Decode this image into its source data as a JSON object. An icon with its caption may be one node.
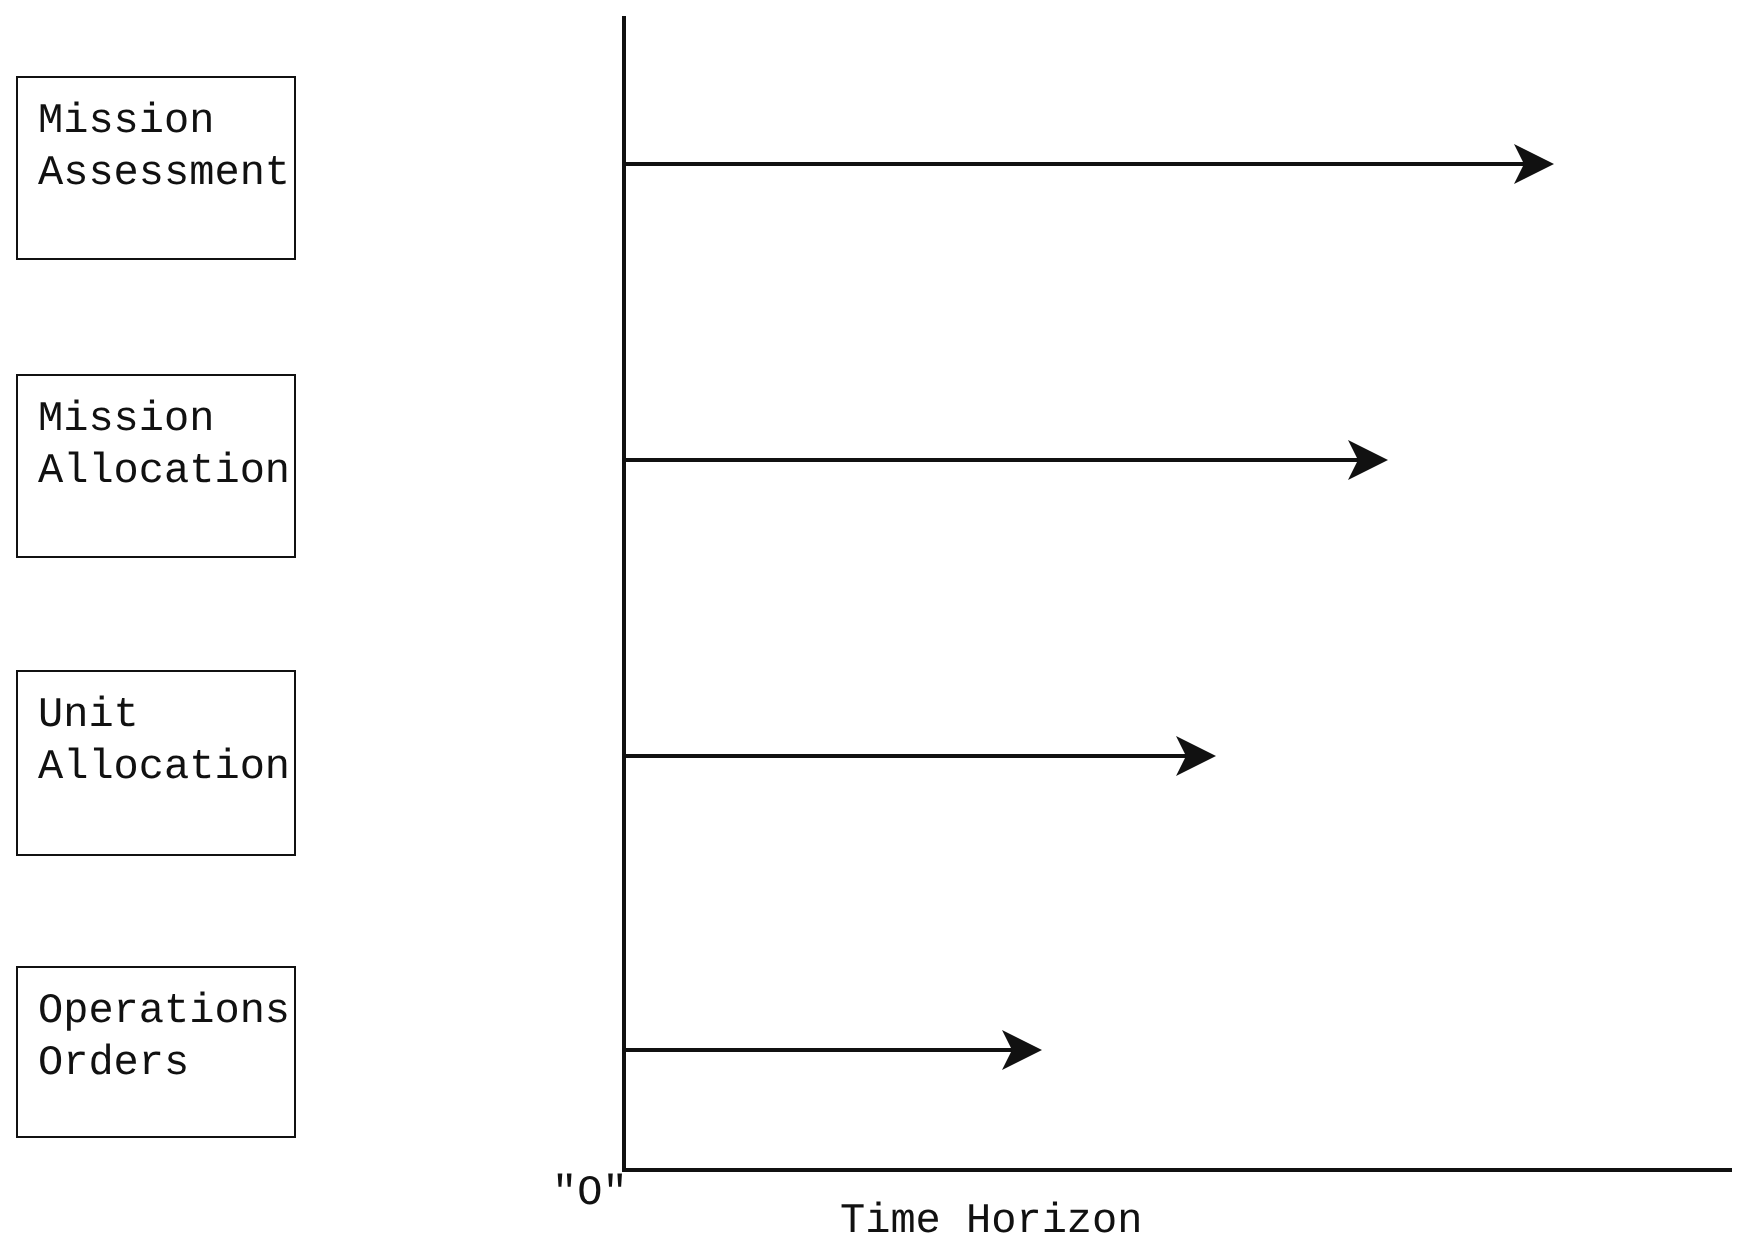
{
  "diagram": {
    "nodes": [
      {
        "text": [
          "Mission Assessment"
        ]
      },
      {
        "text": [
          "Mission Allocation"
        ]
      },
      {
        "text": [
          "Unit Allocation"
        ]
      },
      {
        "text": [
          "Operations Orders"
        ]
      }
    ],
    "labels": [
      "\"O\"",
      "Time Horizon"
    ]
  }
}
